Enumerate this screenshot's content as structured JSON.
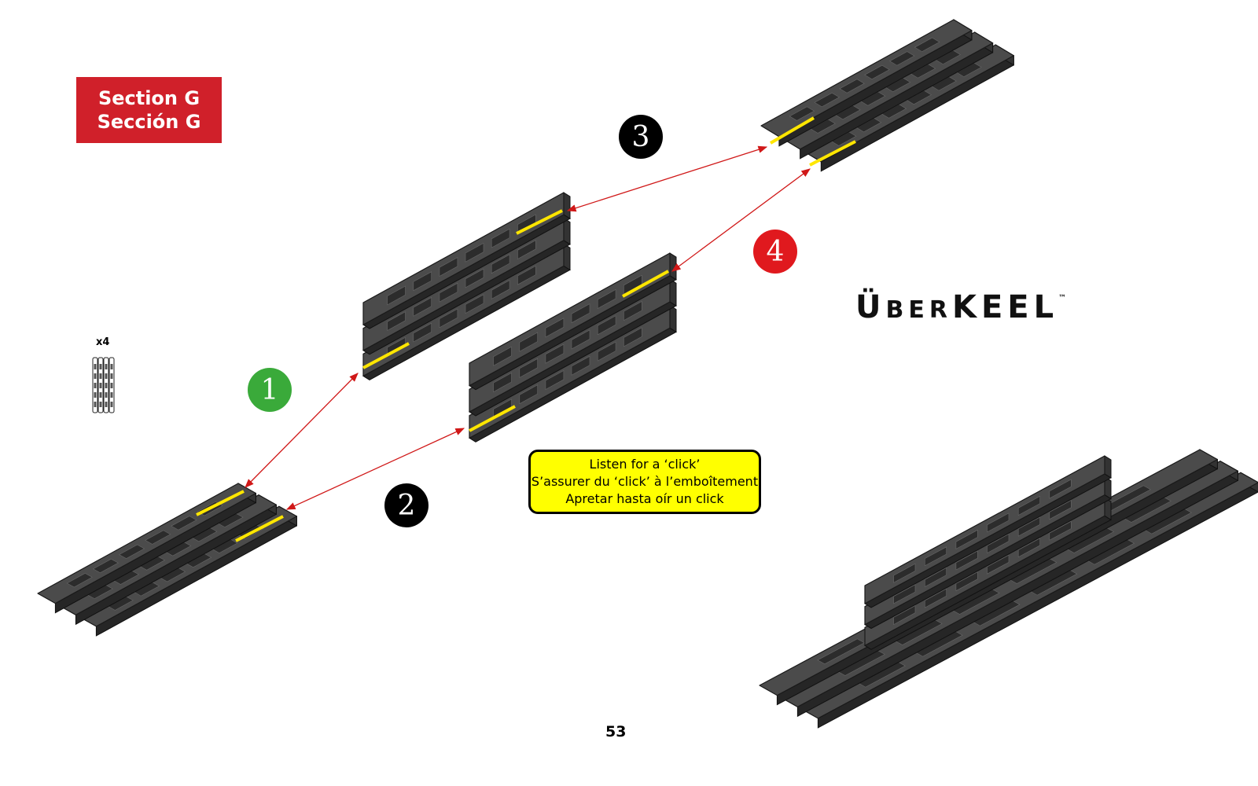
{
  "section": {
    "line1": "Section G",
    "line2": "Sección G",
    "color": "#d0202a"
  },
  "brand": {
    "first": "Ü",
    "rest_small": "BER",
    "rest_large": "KEEL",
    "tm": "™"
  },
  "notice": {
    "line_en": "Listen for a ‘click’",
    "line_fr": "S’assurer du ‘click’ à l’emboîtement",
    "line_es": "Apretar hasta oír un click",
    "color": "#ffff00"
  },
  "steps": [
    {
      "label": "1",
      "color": "#3aaa3a"
    },
    {
      "label": "2",
      "color": "#000000"
    },
    {
      "label": "3",
      "color": "#000000"
    },
    {
      "label": "4",
      "color": "#e0191e"
    }
  ],
  "parts": {
    "quantity": "x4",
    "icon": "keel-plate-icon"
  },
  "page_number": "53"
}
